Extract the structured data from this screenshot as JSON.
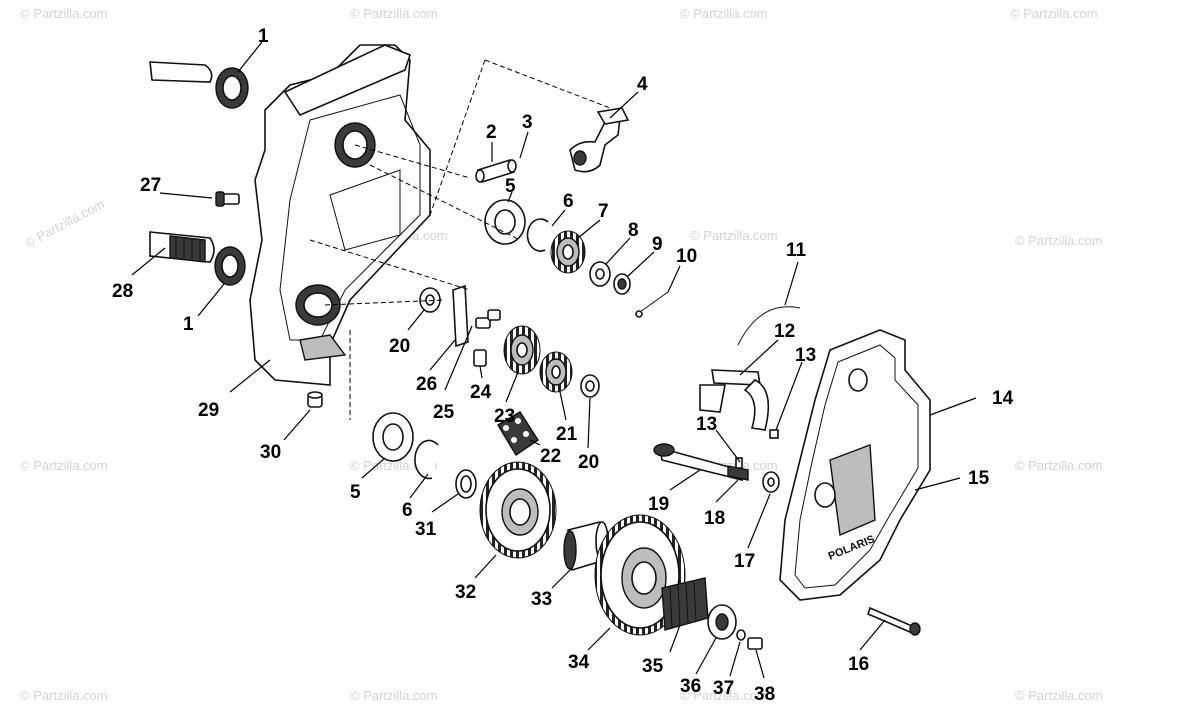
{
  "watermark": "© Partzilla.com",
  "callouts": {
    "c1a": "1",
    "c1b": "1",
    "c2": "2",
    "c3": "3",
    "c4": "4",
    "c5a": "5",
    "c5b": "5",
    "c6a": "6",
    "c6b": "6",
    "c7": "7",
    "c8": "8",
    "c9": "9",
    "c10": "10",
    "c11": "11",
    "c12": "12",
    "c13a": "13",
    "c13b": "13",
    "c14": "14",
    "c15": "15",
    "c16": "16",
    "c17": "17",
    "c18": "18",
    "c19": "19",
    "c20a": "20",
    "c20b": "20",
    "c21": "21",
    "c22": "22",
    "c23": "23",
    "c24": "24",
    "c25": "25",
    "c26": "26",
    "c27": "27",
    "c28": "28",
    "c29": "29",
    "c30": "30",
    "c31": "31",
    "c32": "32",
    "c33": "33",
    "c34": "34",
    "c35": "35",
    "c36": "36",
    "c37": "37",
    "c38": "38"
  },
  "cover_logo": "POLARIS"
}
